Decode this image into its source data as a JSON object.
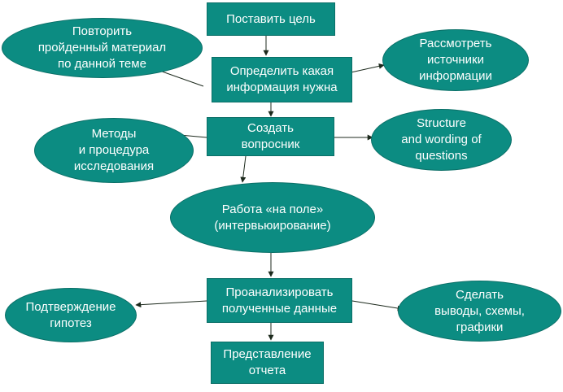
{
  "nodes": {
    "goal": "Поставить цель",
    "info_needed": "Определить какая\nинформация нужна",
    "review": "Повторить\nпройденный материал\nпо данной теме",
    "sources": "Рассмотреть\nисточники\nинформации",
    "questionnaire": "Создать\nвопросник",
    "methods": "Методы\nи процедура\nисследования",
    "structure": "Structure\nand wording of\nquestions",
    "fieldwork": "Работа «на поле»\n(интервьюирование)",
    "analyze": "Проанализировать\nполученные данные",
    "hypotheses": "Подтверждение\nгипотез",
    "conclusions": "Сделать\nвыводы, схемы,\nграфики",
    "report": "Представление\nотчета"
  },
  "colors": {
    "fill": "#0c8c82",
    "text": "#ffffff",
    "arrow": "#1d2a1d"
  }
}
